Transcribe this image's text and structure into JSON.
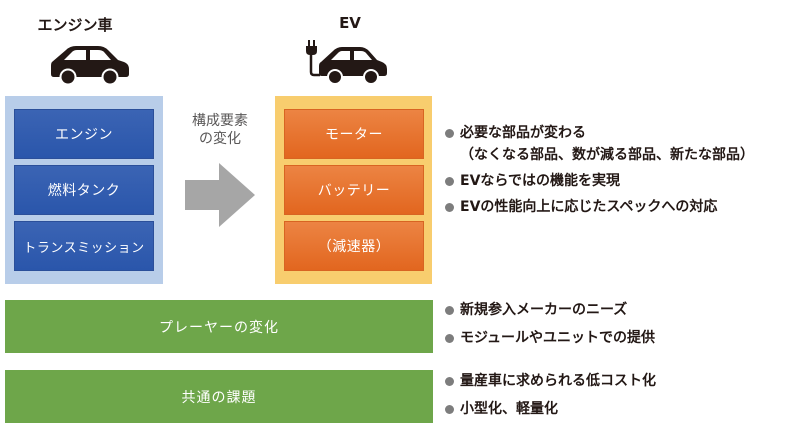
{
  "engine_car": {
    "title": "エンジン車",
    "icon": "car-icon",
    "components": [
      "エンジン",
      "燃料タンク",
      "トランスミッション"
    ],
    "color_panel": "#b8cde9",
    "color_component": "#2f5bb0"
  },
  "transition": {
    "label_line1": "構成要素",
    "label_line2": "の変化",
    "icon": "right-arrow-icon",
    "color": "#a6a6a6"
  },
  "ev": {
    "title": "EV",
    "icon": "electric-car-icon",
    "components": [
      "モーター",
      "バッテリー",
      "（減速器）"
    ],
    "color_panel": "#f8cd6e",
    "color_component": "#e67330"
  },
  "component_points": [
    {
      "text": "必要な部品が変わる",
      "sub": "（なくなる部品、数が減る部品、新たな部品）"
    },
    {
      "text": "EVならではの機能を実現"
    },
    {
      "text": "EVの性能向上に応じたスペックへの対応"
    }
  ],
  "bars": [
    {
      "label": "プレーヤーの変化",
      "points": [
        "新規参入メーカーのニーズ",
        "モジュールやユニットでの提供"
      ]
    },
    {
      "label": "共通の課題",
      "points": [
        "量産車に求められる低コスト化",
        "小型化、軽量化"
      ]
    }
  ],
  "colors": {
    "bar": "#6ea64a",
    "bullet_dot": "#7d7d7d",
    "text": "#231815"
  }
}
